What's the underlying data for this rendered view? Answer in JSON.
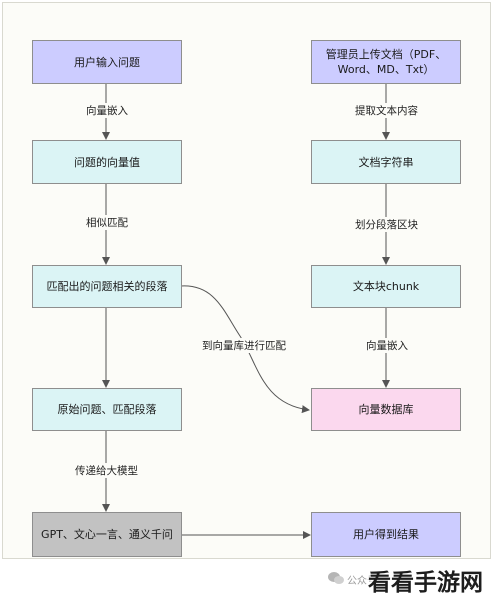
{
  "nodes": {
    "user_question": "用户输入问题",
    "admin_upload": "管理员上传文档（PDF、Word、MD、Txt）",
    "question_vector": "问题的向量值",
    "doc_string": "文档字符串",
    "matched_paragraphs": "匹配出的问题相关的段落",
    "text_chunk": "文本块chunk",
    "original_question": "原始问题、匹配段落",
    "vector_db": "向量数据库",
    "llm": "GPT、文心一言、通义千问",
    "user_result": "用户得到结果"
  },
  "edge_labels": {
    "vector_embed_1": "向量嵌入",
    "extract_text": "提取文本内容",
    "similarity_match": "相似匹配",
    "split_blocks": "划分段落区块",
    "match_db": "到向量库进行匹配",
    "vector_embed_2": "向量嵌入",
    "pass_to_model": "传递给大模型"
  },
  "footer": {
    "source": "公众号",
    "watermark": "看看手游网"
  },
  "colors": {
    "purple": "#ccccff",
    "cyan": "#dbf4f5",
    "pink": "#fbd8ee",
    "gray": "#c2c2c2",
    "arrow": "#555555"
  }
}
